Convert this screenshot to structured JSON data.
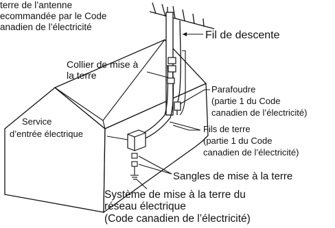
{
  "labels": {
    "antenna_mast_ground": {
      "lines": [
        " terre de l’antenne",
        "ecommandée par le Code",
        "anadien de l’électricité"
      ]
    },
    "lead_in_wire": "Fil de descente",
    "ground_clamp": {
      "lines": [
        "Collier de mise à",
        "la terre"
      ]
    },
    "arrester": {
      "lines": [
        "Parafoudre",
        "(partie 1 du Code",
        "canadien de l’électricité)"
      ]
    },
    "service_entrance": {
      "lines": [
        "Service",
        "d’entrée électrique"
      ]
    },
    "ground_wires": {
      "lines": [
        "Fils de terre",
        "(partie 1 du Code",
        "canadien de l’électricité)"
      ]
    },
    "ground_straps": "Sangles de mise à la terre",
    "power_grounding": {
      "lines": [
        "Système de mise à la terre du",
        "réseau électrique",
        "(Code canadien de l’électricité)"
      ]
    }
  }
}
